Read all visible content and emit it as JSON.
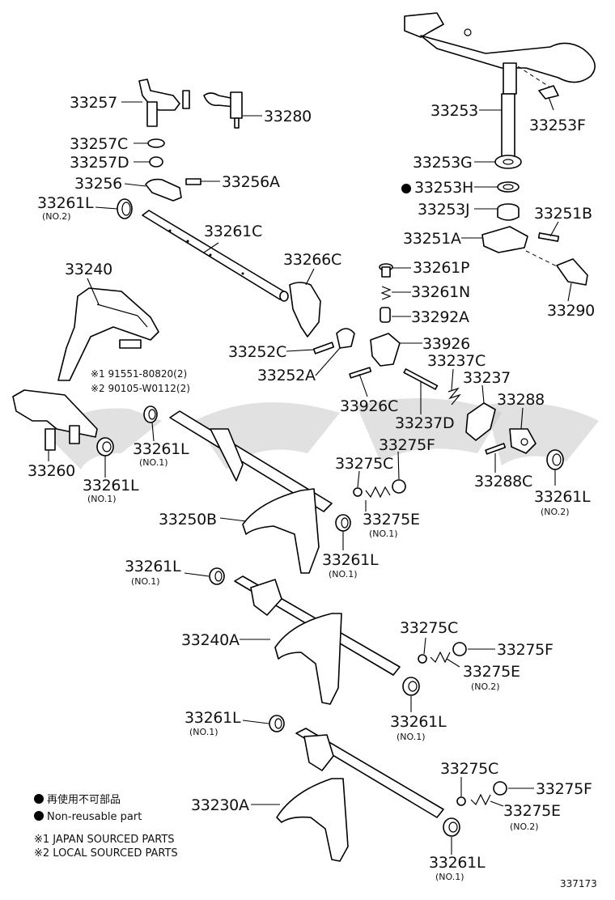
{
  "labels": {
    "p33257": "33257",
    "p33280": "33280",
    "p33257C": "33257C",
    "p33257D": "33257D",
    "p33256": "33256",
    "p33256A": "33256A",
    "p33261L_a": "33261L",
    "p33261C": "33261C",
    "p33266C": "33266C",
    "p33240": "33240",
    "p33253": "33253",
    "p33253F": "33253F",
    "p33253G": "33253G",
    "p33253H": "33253H",
    "p33253J": "33253J",
    "p33251B": "33251B",
    "p33251A": "33251A",
    "p33261P": "33261P",
    "p33261N": "33261N",
    "p33292A": "33292A",
    "p33290": "33290",
    "p33252C": "33252C",
    "p33926": "33926",
    "p33237C": "33237C",
    "p33252A": "33252A",
    "p33237": "33237",
    "p33288": "33288",
    "p33926C": "33926C",
    "p33237D": "33237D",
    "p33261L_b": "33261L",
    "p33275F_a": "33275F",
    "p33260": "33260",
    "p33261L_c": "33261L",
    "p33275C_a": "33275C",
    "p33288C": "33288C",
    "p33261L_d": "33261L",
    "p33250B": "33250B",
    "p33275E_a": "33275E",
    "p33261L_e": "33261L",
    "p33261L_f": "33261L",
    "p33240A": "33240A",
    "p33275C_b": "33275C",
    "p33275F_b": "33275F",
    "p33275E_b": "33275E",
    "p33261L_g": "33261L",
    "p33261L_h": "33261L",
    "p33275C_c": "33275C",
    "p33275F_c": "33275F",
    "p33230A": "33230A",
    "p33275E_c": "33275E",
    "p33261L_i": "33261L"
  },
  "sublabels": {
    "no2_a": "(NO.2)",
    "no1_b": "(NO.1)",
    "no1_c": "(NO.1)",
    "no2_d": "(NO.2)",
    "no1_e": "(NO.1)",
    "no1_f": "(NO.1)",
    "no2_b": "(NO.2)",
    "no1_g": "(NO.1)",
    "no1_h": "(NO.1)",
    "no2_c": "(NO.2)",
    "no1_i": "(NO.1)",
    "no1_ea": "(NO.1)"
  },
  "bolts": {
    "bolt1": "※1 91551-80820(2)",
    "bolt2": "※2 90105-W0112(2)"
  },
  "legend": {
    "jp": "再使用不可部品",
    "en": "Non-reusable part",
    "note1": "※1 JAPAN SOURCED PARTS",
    "note2": "※2 LOCAL SOURCED PARTS"
  },
  "diagram_code": "337173"
}
